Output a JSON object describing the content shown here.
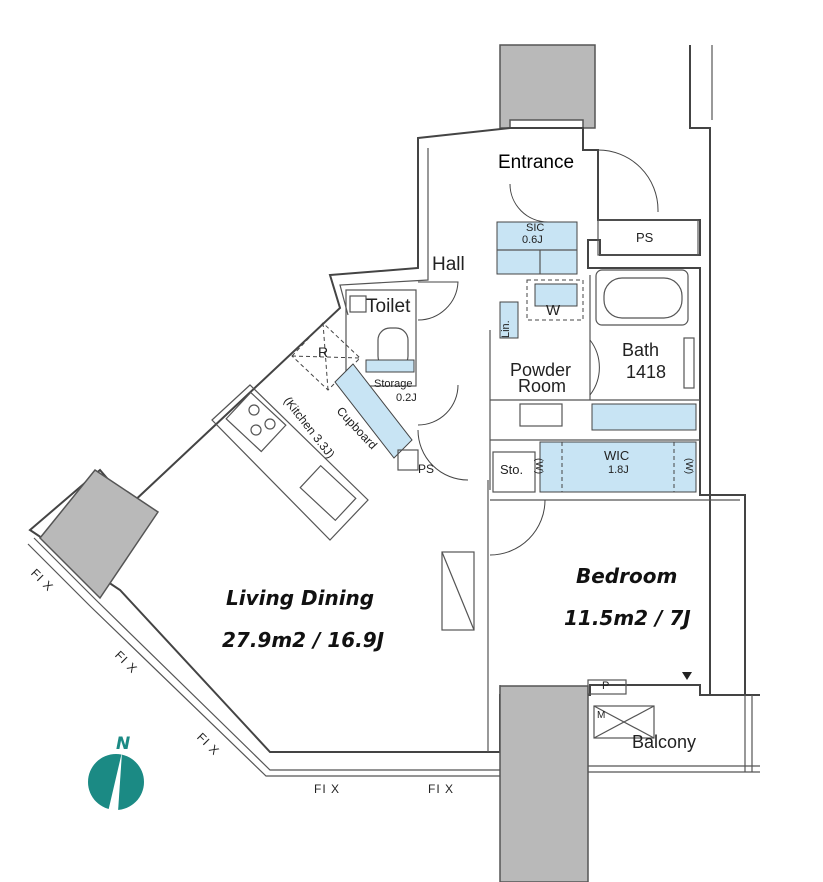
{
  "rooms": {
    "entrance": "Entrance",
    "sic": "SIC",
    "sic_size": "0.6J",
    "ps_top": "PS",
    "hall": "Hall",
    "toilet": "Toilet",
    "refrigerator": "R",
    "washer": "W",
    "linen": "Lin.",
    "powder_room": "Powder",
    "powder_room_2": "Room",
    "bath": "Bath",
    "bath_size": "1418",
    "storage": "Storage",
    "storage_size": "0.2J",
    "cupboard": "Cupboard",
    "kitchen": "(Kitchen 3.3J)",
    "ps_small": "PS",
    "sto": "Sto.",
    "wic": "WIC",
    "wic_size": "1.8J",
    "wic_w_left": "(W)",
    "wic_w_right": "(W)",
    "living_dining": "Living Dining",
    "living_dining_area": "27.9m2 / 16.9J",
    "bedroom": "Bedroom",
    "bedroom_area": "11.5m2 / 7J",
    "balcony": "Balcony",
    "balcony_p": "P",
    "balcony_m": "M"
  },
  "fix_labels": {
    "fix_1": "FI X",
    "fix_2": "FI X",
    "fix_3": "FI X",
    "fix_4": "FI X",
    "fix_5": "FI X"
  },
  "compass": {
    "label": "N",
    "color": "#1b8a84"
  },
  "colors": {
    "cabinet": "#c8e4f4",
    "wall": "#444444",
    "pillar": "#b9b9b9"
  }
}
